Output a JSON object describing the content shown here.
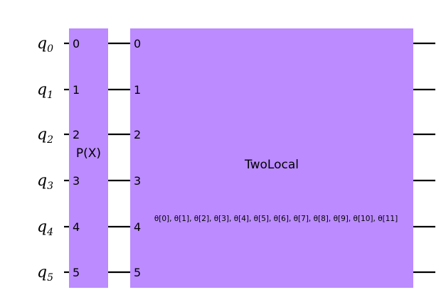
{
  "circuit": {
    "qubits": [
      {
        "base": "q",
        "index": "0"
      },
      {
        "base": "q",
        "index": "1"
      },
      {
        "base": "q",
        "index": "2"
      },
      {
        "base": "q",
        "index": "3"
      },
      {
        "base": "q",
        "index": "4"
      },
      {
        "base": "q",
        "index": "5"
      }
    ],
    "gates": [
      {
        "name": "P(X)",
        "params": "",
        "ports": [
          "0",
          "1",
          "2",
          "3",
          "4",
          "5"
        ],
        "color": "#bb8bff"
      },
      {
        "name": "TwoLocal",
        "params": "θ[0], θ[1], θ[2], θ[3], θ[4], θ[5], θ[6], θ[7], θ[8], θ[9], θ[10], θ[11]",
        "ports": [
          "0",
          "1",
          "2",
          "3",
          "4",
          "5"
        ],
        "color": "#bb8bff"
      }
    ]
  },
  "colors": {
    "background": "#ffffff",
    "gate_fill": "#bb8bff",
    "wire": "#000000"
  }
}
